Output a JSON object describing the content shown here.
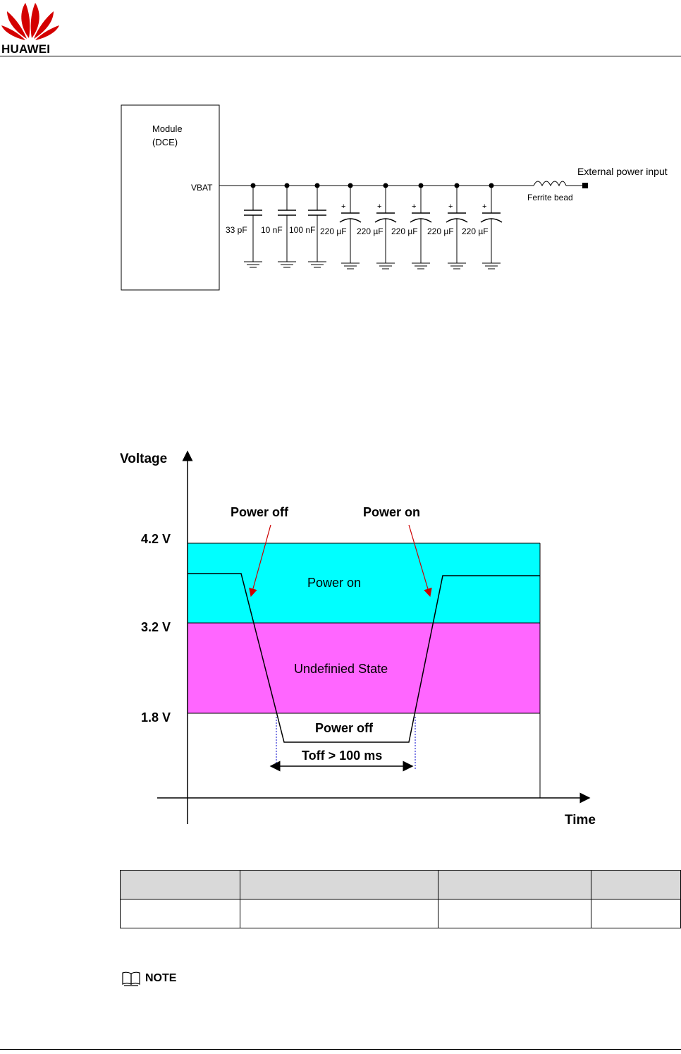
{
  "header": {
    "brand": "HUAWEI"
  },
  "circuit": {
    "module_label_line1": "Module",
    "module_label_line2": "(DCE)",
    "vbat": "VBAT",
    "caps": [
      "33 pF",
      "10 nF",
      "100 nF",
      "220 µF",
      "220 µF",
      "220 µF",
      "220 µF",
      "220 µF"
    ],
    "plus": "+",
    "ferrite": "Ferrite bead",
    "external": "External power input"
  },
  "timing": {
    "ylabel": "Voltage",
    "xlabel": "Time",
    "v42": "4.2 V",
    "v32": "3.2 V",
    "v18": "1.8 V",
    "arrow_power_off": "Power off",
    "arrow_power_on": "Power on",
    "zone_on": "Power on",
    "zone_undefined": "Undefinied State",
    "zone_off": "Power off",
    "toff": "Toff > 100 ms",
    "colors": {
      "on_zone": "#00ffff",
      "undefined_zone": "#ff66ff",
      "arrow": "#cc0000",
      "dotted": "#0000cc"
    }
  },
  "table": {
    "header": [
      "",
      "",
      "",
      ""
    ],
    "rows": [
      [
        "",
        "",
        "",
        ""
      ]
    ]
  },
  "note": {
    "label": "NOTE",
    "icon": "book-icon"
  }
}
